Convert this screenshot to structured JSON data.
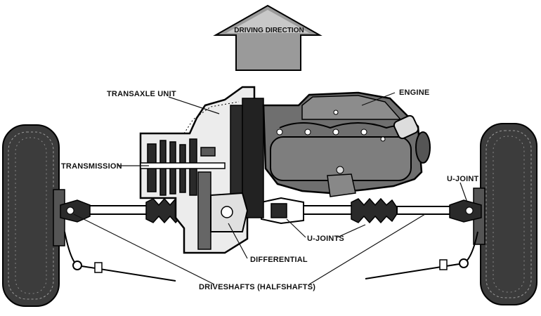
{
  "diagram": {
    "arrow_label": "DRIVING DIRECTION",
    "labels": {
      "transaxle_unit": "TRANSAXLE UNIT",
      "engine": "ENGINE",
      "transmission": "TRANSMISSION",
      "u_joint": "U-JOINT",
      "u_joints": "U-JOINTS",
      "differential": "DIFFERENTIAL",
      "driveshafts": "DRIVESHAFTS (HALFSHAFTS)"
    },
    "colors": {
      "ink": "#111111",
      "background": "#ffffff"
    }
  }
}
